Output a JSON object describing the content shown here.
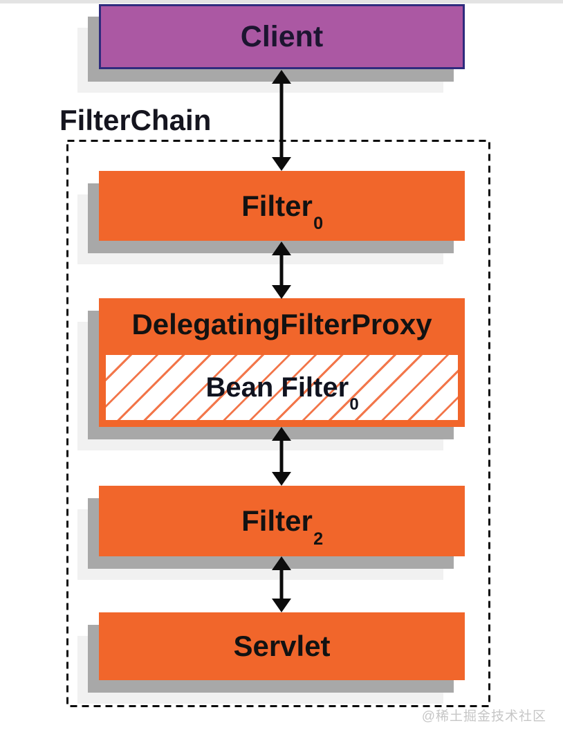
{
  "diagram": {
    "client_label": "Client",
    "filter_chain_label": "FilterChain",
    "nodes": [
      {
        "label": "Filter",
        "subscript": "0"
      },
      {
        "label": "DelegatingFilterProxy",
        "inner": {
          "label": "Bean Filter",
          "subscript": "0"
        }
      },
      {
        "label": "Filter",
        "subscript": "2"
      },
      {
        "label": "Servlet"
      }
    ]
  },
  "colors": {
    "node_orange": "#F1662B",
    "client_purple": "#AB58A3",
    "client_border_navy": "#2E2B7D",
    "shadow_gray": "#A8A8A8",
    "hatch_orange": "#F2764A",
    "arrow_black": "#0C0C0C",
    "dashed_border_black": "#0B0B0B",
    "watermark_gray": "#C6C6C6"
  },
  "watermark": "@稀土掘金技术社区"
}
